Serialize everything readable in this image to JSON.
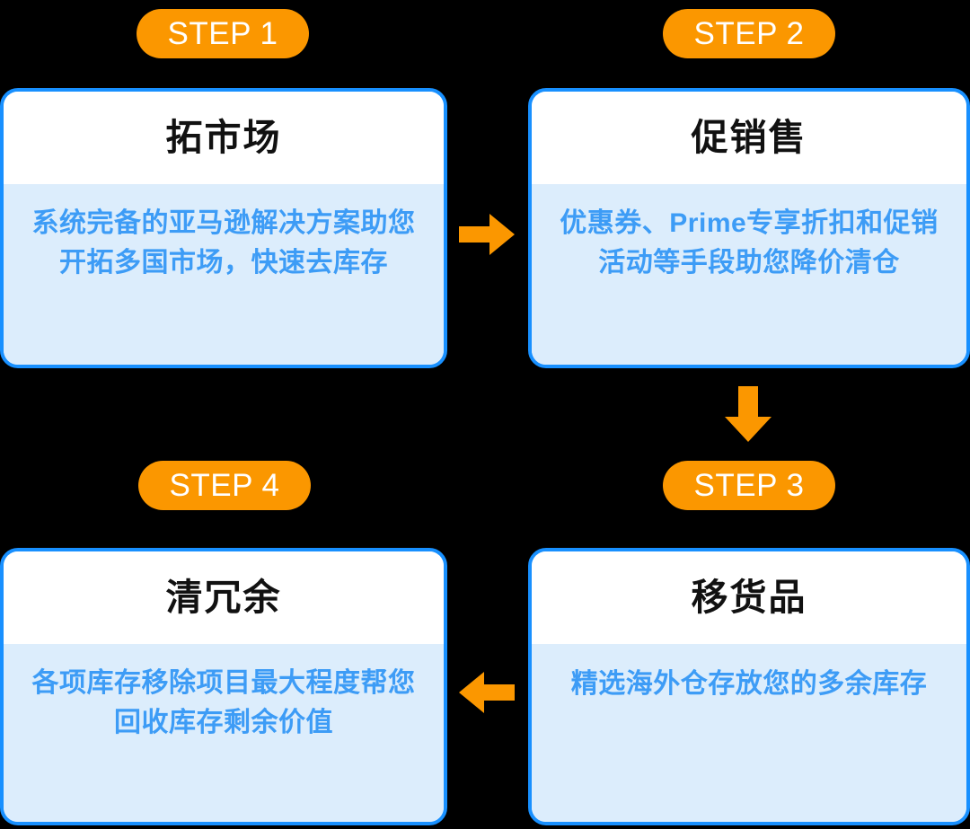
{
  "diagram": {
    "title_semantic": "four-step-amazon-inventory-clearance-flow",
    "colors": {
      "background": "#000000",
      "badge_bg": "#FB9700",
      "badge_text": "#FFFFFF",
      "card_border": "#1890FF",
      "card_title_bg": "#FFFFFF",
      "card_title_text": "#111111",
      "card_body_bg": "#DCEDFC",
      "card_body_text": "#3D9CF6",
      "arrow": "#FB9700"
    },
    "steps": [
      {
        "badge": "STEP 1",
        "title": "拓市场",
        "body": "系统完备的亚马逊解决方案助您开拓多国市场，快速去库存"
      },
      {
        "badge": "STEP 2",
        "title": "促销售",
        "body": "优惠券、Prime专享折扣和促销活动等手段助您降价清仓"
      },
      {
        "badge": "STEP 3",
        "title": "移货品",
        "body": "精选海外仓存放您的多余库存"
      },
      {
        "badge": "STEP 4",
        "title": "清冗余",
        "body": "各项库存移除项目最大程度帮您回收库存剩余价值"
      }
    ],
    "arrows": [
      {
        "name": "arrow-step1-to-step2",
        "direction": "right"
      },
      {
        "name": "arrow-step2-to-step3",
        "direction": "down"
      },
      {
        "name": "arrow-step3-to-step4",
        "direction": "left"
      }
    ]
  }
}
